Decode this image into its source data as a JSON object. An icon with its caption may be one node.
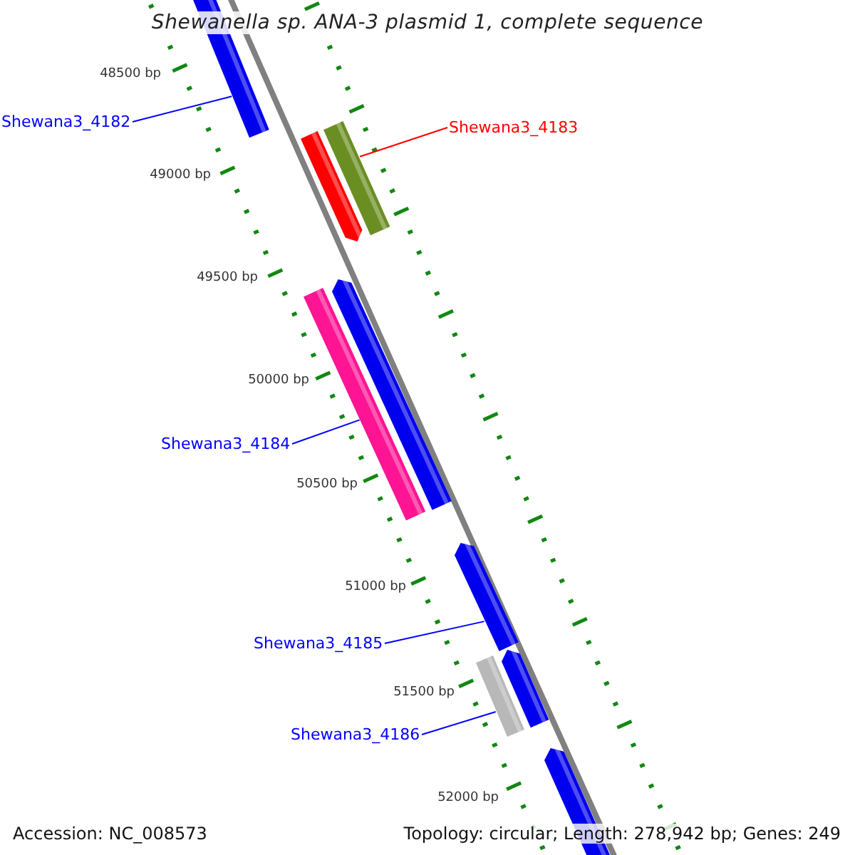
{
  "diagram": {
    "title": "Shewanella sp. ANA-3 plasmid 1, complete sequence",
    "nodes": [
      {
        "text": [
          "Shewana3_4182"
        ]
      },
      {
        "text": [
          "Shewana3_4183"
        ]
      },
      {
        "text": [
          "Shewana3_4184"
        ]
      },
      {
        "text": [
          "Shewana3_4185"
        ]
      },
      {
        "text": [
          "Shewana3_4186"
        ]
      },
      {
        "text": [],
        "shape": "bar"
      },
      {
        "text": [],
        "shape": "bar"
      },
      {
        "text": [],
        "shape": "bar"
      },
      {
        "text": [],
        "shape": "bar"
      },
      {
        "text": [],
        "shape": "bar"
      },
      {
        "text": [],
        "shape": "bar"
      },
      {
        "text": [],
        "shape": "bar"
      },
      {
        "text": [],
        "shape": "bar"
      },
      {
        "text": [],
        "shape": "bar"
      }
    ],
    "edges": [
      {
        "from": 0,
        "to": 5,
        "arrow": "none"
      },
      {
        "from": 1,
        "to": 7,
        "arrow": "none",
        "color": "#ff0000"
      },
      {
        "from": 2,
        "to": 8,
        "arrow": "none"
      },
      {
        "from": 3,
        "to": 10,
        "arrow": "none"
      },
      {
        "from": 4,
        "to": 11,
        "arrow": "none"
      }
    ],
    "labels": [
      "48500 bp",
      "49000 bp",
      "49500 bp",
      "50000 bp",
      "50500 bp",
      "51000 bp",
      "51500 bp",
      "52000 bp",
      "Accession: NC_008573",
      "Topology: circular; Length: 278,942 bp; Genes: 249"
    ]
  }
}
